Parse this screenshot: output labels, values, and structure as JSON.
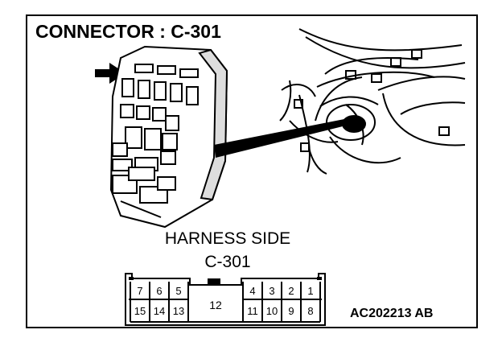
{
  "title": "CONNECTOR : C-301",
  "harness": {
    "title": "HARNESS SIDE",
    "id": "C-301"
  },
  "code": "AC202213 AB",
  "connector": {
    "top_left": [
      "7",
      "6",
      "5"
    ],
    "top_right": [
      "4",
      "3",
      "2",
      "1"
    ],
    "bottom_left": [
      "15",
      "14",
      "13"
    ],
    "center": "12",
    "bottom_right": [
      "11",
      "10",
      "9",
      "8"
    ]
  }
}
